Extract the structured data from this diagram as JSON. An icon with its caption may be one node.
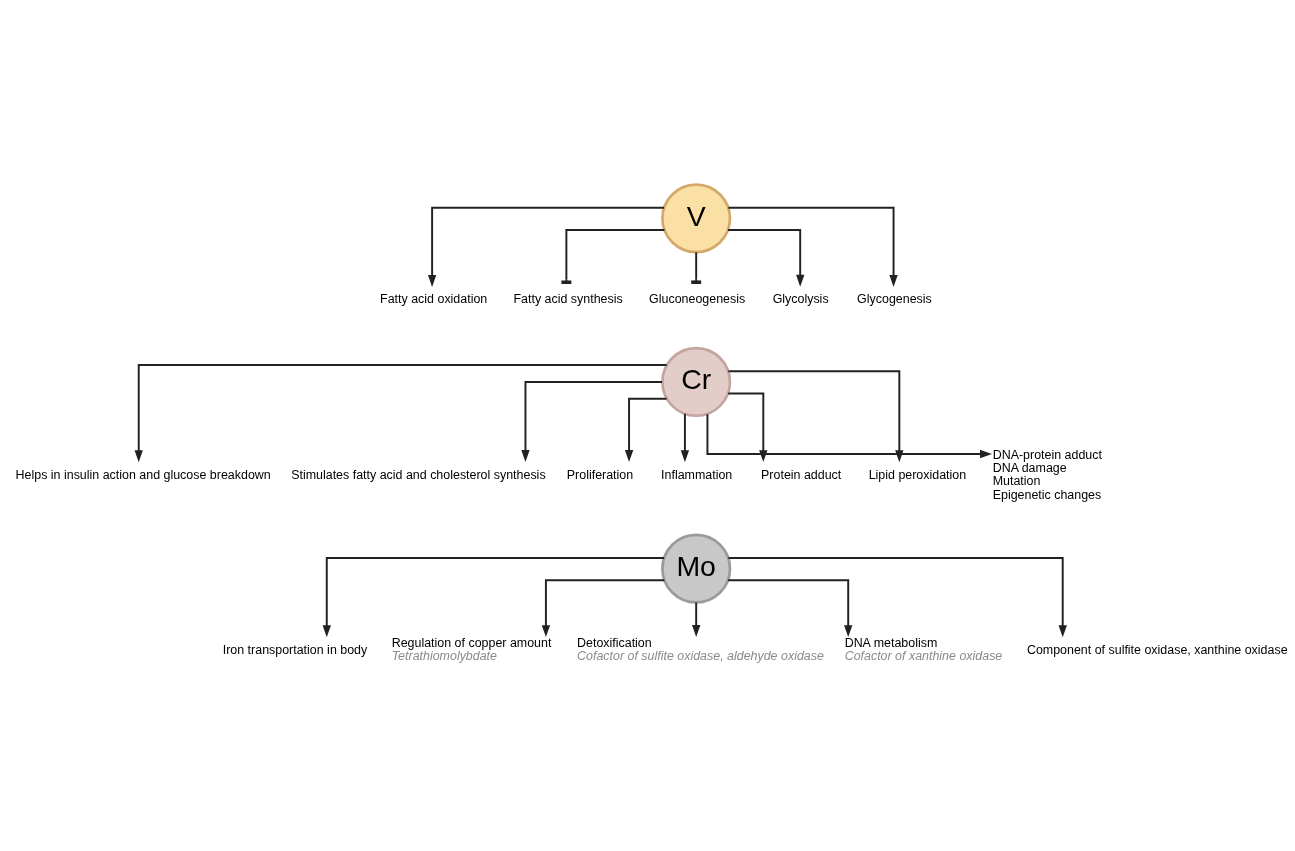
{
  "diagram": {
    "nodes": [
      {
        "text": [
          "V"
        ]
      },
      {
        "text": [
          "Fatty acid oxidation"
        ]
      },
      {
        "text": [
          "Fatty acid synthesis"
        ]
      },
      {
        "text": [
          "Gluconeogenesis"
        ]
      },
      {
        "text": [
          "Glycolysis"
        ]
      },
      {
        "text": [
          "Glycogenesis"
        ]
      },
      {
        "text": [
          "Cr"
        ]
      },
      {
        "text": [
          "Helps in insulin action and glucose breakdown"
        ]
      },
      {
        "text": [
          "Stimulates fatty acid and cholesterol synthesis"
        ]
      },
      {
        "text": [
          "Proliferation"
        ]
      },
      {
        "text": [
          "Inflammation"
        ]
      },
      {
        "text": [
          "Protein adduct"
        ]
      },
      {
        "text": [
          "Lipid peroxidation"
        ]
      },
      {
        "text": [
          "DNA-protein adduct",
          "DNA damage",
          "Mutation",
          "Epigenetic changes"
        ]
      },
      {
        "text": [
          "Mo"
        ]
      },
      {
        "text": [
          "Iron transportation in body"
        ]
      },
      {
        "text": [
          "Regulation of copper amount",
          "Tetrathiomolybdate"
        ]
      },
      {
        "text": [
          "Detoxification",
          "Cofactor of sulfite oxidase, aldehyde oxidase"
        ]
      },
      {
        "text": [
          "DNA metabolism",
          "Cofactor of xanthine oxidase"
        ]
      },
      {
        "text": [
          "Component of sulfite oxidase, xanthine oxidase"
        ]
      }
    ],
    "edges": [
      {
        "from": 0,
        "to": 1,
        "arrow": "to"
      },
      {
        "from": 0,
        "to": 2,
        "arrow": "other"
      },
      {
        "from": 0,
        "to": 3,
        "arrow": "other"
      },
      {
        "from": 0,
        "to": 4,
        "arrow": "to"
      },
      {
        "from": 0,
        "to": 5,
        "arrow": "to"
      },
      {
        "from": 6,
        "to": 7,
        "arrow": "to"
      },
      {
        "from": 6,
        "to": 8,
        "arrow": "to"
      },
      {
        "from": 6,
        "to": 9,
        "arrow": "to"
      },
      {
        "from": 6,
        "to": 10,
        "arrow": "to"
      },
      {
        "from": 6,
        "to": 11,
        "arrow": "to"
      },
      {
        "from": 6,
        "to": 12,
        "arrow": "to"
      },
      {
        "from": 6,
        "to": 13,
        "arrow": "to"
      },
      {
        "from": 14,
        "to": 15,
        "arrow": "to"
      },
      {
        "from": 14,
        "to": 16,
        "arrow": "to"
      },
      {
        "from": 14,
        "to": 17,
        "arrow": "to"
      },
      {
        "from": 14,
        "to": 18,
        "arrow": "to"
      },
      {
        "from": 14,
        "to": 19,
        "arrow": "to"
      }
    ]
  }
}
